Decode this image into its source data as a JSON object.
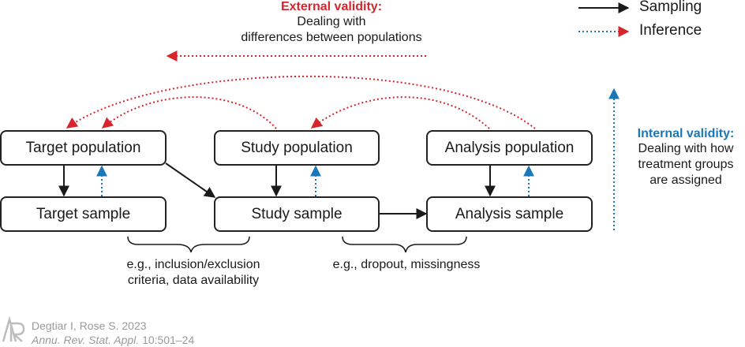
{
  "legend": {
    "sampling": "Sampling",
    "inference": "Inference"
  },
  "external": {
    "title": "External validity:",
    "line1": "Dealing with",
    "line2": "differences between populations"
  },
  "internal": {
    "title": "Internal validity:",
    "line1": "Dealing with how",
    "line2": "treatment groups",
    "line3": "are assigned"
  },
  "boxes": {
    "target_population": "Target population",
    "study_population": "Study population",
    "analysis_population": "Analysis population",
    "target_sample": "Target sample",
    "study_sample": "Study sample",
    "analysis_sample": "Analysis sample"
  },
  "annotations": {
    "left_line1": "e.g., inclusion/exclusion",
    "left_line2": "criteria, data availability",
    "right_line1": "e.g., dropout, missingness"
  },
  "citation": {
    "logo": "AR",
    "authors": "Degtiar I, Rose S. 2023",
    "journal": "Annu. Rev. Stat. Appl.",
    "pages": " 10:501–24"
  },
  "colors": {
    "sampling": "#1a1a1a",
    "inference_external": "#d6262c",
    "inference_internal": "#1a78b8"
  }
}
